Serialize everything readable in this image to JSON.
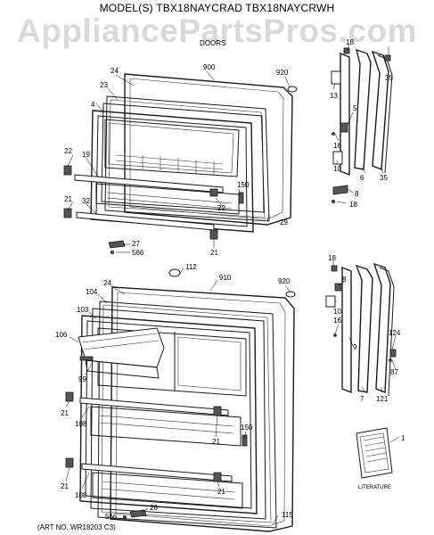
{
  "header": {
    "model_line": "MODEL(S) TBX18NAYCRAD  TBX18NAYCRWH",
    "watermark": "AppliancePartsPros.com",
    "section": "DOORS"
  },
  "footer": {
    "art_no": "(ART NO. WR18203 C3)"
  },
  "callouts": {
    "c900": "900",
    "c920a": "920",
    "c24a": "24",
    "c23": "23",
    "c4": "4",
    "c22a": "22",
    "c19": "19",
    "c21a": "21",
    "c32": "32",
    "c150a": "150",
    "c22b": "22",
    "c29": "29",
    "c27": "27",
    "c566a": "566",
    "c21b": "21",
    "c18a": "18",
    "c35a": "35",
    "c13": "13",
    "c5": "5",
    "c16a": "16",
    "c10a": "10",
    "c6": "6",
    "c35b": "35",
    "c8a": "8",
    "c18b": "18",
    "c112": "112",
    "c910": "910",
    "c920b": "920",
    "c24b": "24",
    "c104": "104",
    "c103": "103",
    "c106": "106",
    "c99": "99",
    "c21c": "21",
    "c108a": "108",
    "c21d": "21",
    "c150b": "150",
    "c21e": "21",
    "c108b": "108",
    "c21f": "21",
    "c566b": "566",
    "c26": "26",
    "c115": "115",
    "c18c": "18",
    "c8b": "8",
    "c10b": "10",
    "c16b": "16",
    "c9": "9",
    "c7": "7",
    "c124": "124",
    "c87": "87",
    "c121": "121",
    "c1": "1",
    "literature": "LITERATURE"
  },
  "colors": {
    "line": "#1a1a1a",
    "watermark": "#d9d9d9"
  }
}
